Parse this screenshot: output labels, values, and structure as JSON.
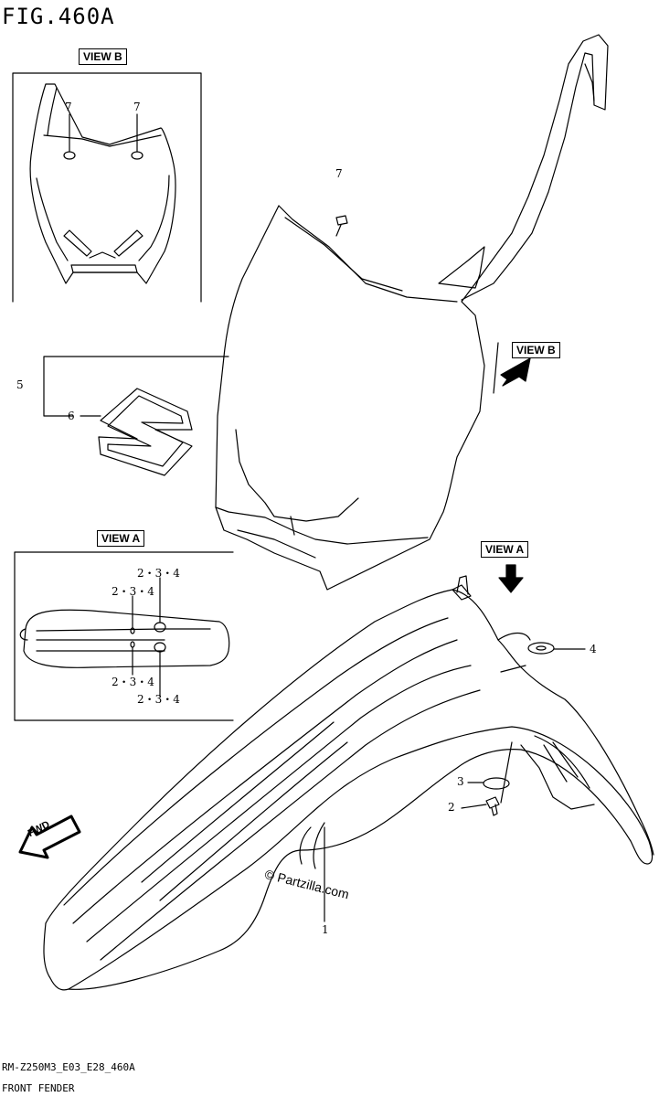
{
  "figure": {
    "title": "FIG.460A",
    "code": "RM-Z250M3_E03_E28_460A",
    "caption": "FRONT FENDER"
  },
  "views": {
    "view_b_inset_label": "VIEW B",
    "view_b_arrow_label": "VIEW B",
    "view_a_inset_label": "VIEW A",
    "view_a_arrow_label": "VIEW A"
  },
  "callouts": {
    "n7a": "7",
    "n7b": "7",
    "n7c": "7",
    "n5": "5",
    "n6": "6",
    "n1": "1",
    "n2": "2",
    "n3": "3",
    "n4": "4",
    "n234a": "2・3・4",
    "n234b": "2・3・4",
    "n234c": "2・3・4",
    "n234d": "2・3・4"
  },
  "direction": {
    "label": "FWD"
  },
  "watermark": {
    "text": "© Partzilla.com"
  }
}
